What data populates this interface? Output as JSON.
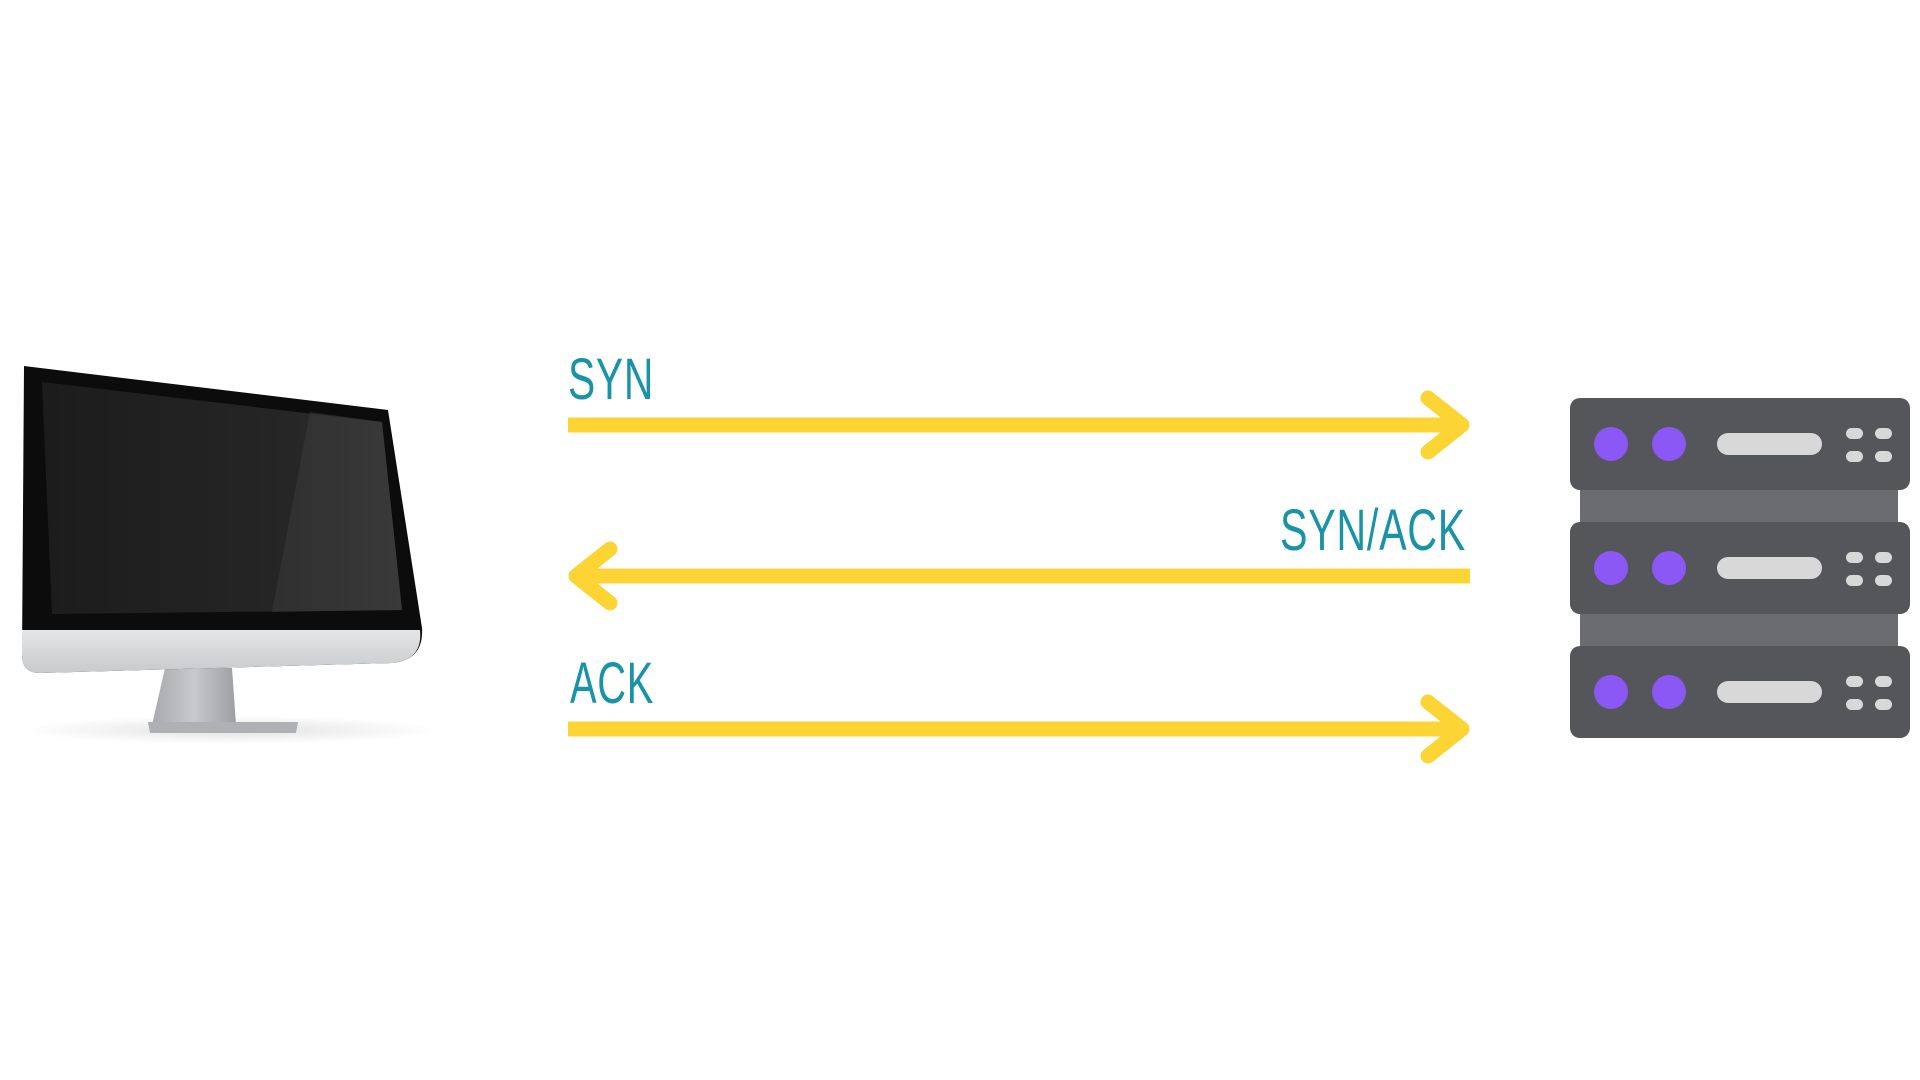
{
  "diagram": {
    "messages": [
      {
        "label": "SYN",
        "direction": "client-to-server"
      },
      {
        "label": "SYN/ACK",
        "direction": "server-to-client"
      },
      {
        "label": "ACK",
        "direction": "client-to-server"
      }
    ]
  },
  "colors": {
    "background": "#ffffff",
    "arrow": "#fcd535",
    "label": "#1a93a8",
    "server_body": "#55565a",
    "server_frame": "#6b6c70",
    "server_led": "#8b57f5",
    "server_slot": "#d8d8d8",
    "monitor_screen": "#1b1b1b",
    "monitor_bezel": "#0a0a0a",
    "monitor_chin": "#d9dadc",
    "monitor_stand": "#b9babd"
  },
  "icons": {
    "client": "desktop-monitor-icon",
    "server": "server-rack-icon"
  }
}
